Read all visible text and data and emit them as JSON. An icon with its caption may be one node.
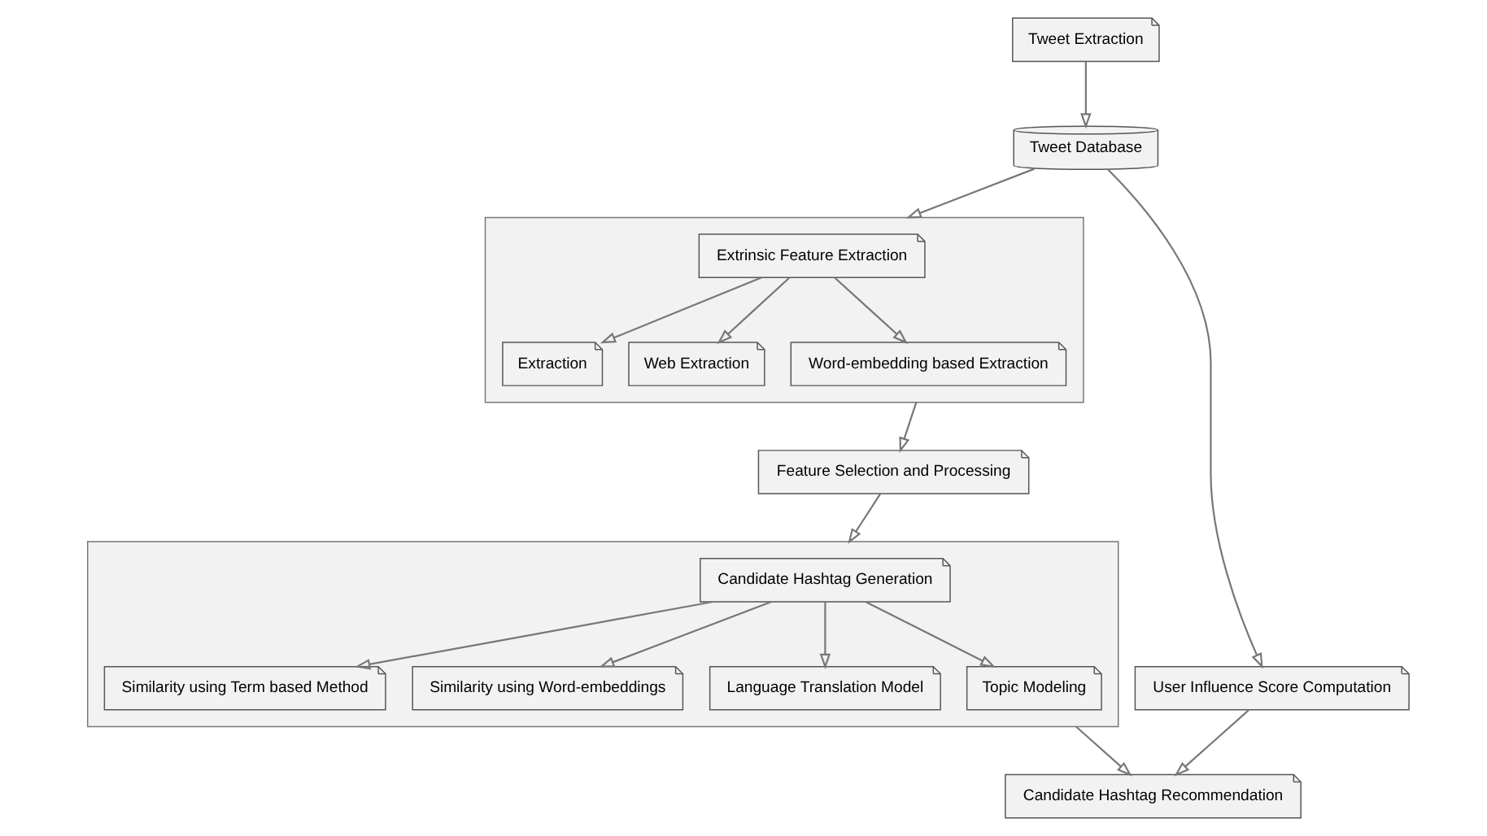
{
  "diagram": {
    "nodes": [
      {
        "text": [
          "Tweet Extraction"
        ]
      },
      {
        "text": [
          "Tweet Database"
        ]
      },
      {
        "text": [],
        "shape": "box"
      },
      {
        "text": [
          "Extrinsic Feature Extraction"
        ],
        "in": 2
      },
      {
        "text": [
          "Extraction"
        ],
        "in": 2
      },
      {
        "text": [
          "Web Extraction"
        ],
        "in": 2
      },
      {
        "text": [
          "Word-embedding based Extraction"
        ],
        "in": 2
      },
      {
        "text": [
          "Feature Selection and Processing"
        ]
      },
      {
        "text": [],
        "shape": "box"
      },
      {
        "text": [
          "Candidate Hashtag Generation"
        ],
        "in": 8
      },
      {
        "text": [
          "Similarity using Term based Method"
        ],
        "in": 8
      },
      {
        "text": [
          "Similarity using Word-embeddings"
        ],
        "in": 8
      },
      {
        "text": [
          "Language Translation Model"
        ],
        "in": 8
      },
      {
        "text": [
          "Topic Modeling"
        ],
        "in": 8
      },
      {
        "text": [
          "User Influence Score Computation"
        ]
      },
      {
        "text": [
          "Candidate Hashtag Recommendation"
        ]
      }
    ],
    "edges": [
      {
        "from": 0,
        "to": 1,
        "arrow": "to"
      },
      {
        "from": 1,
        "to": 2,
        "arrow": "to"
      },
      {
        "from": 3,
        "to": 4,
        "arrow": "to"
      },
      {
        "from": 3,
        "to": 5,
        "arrow": "to"
      },
      {
        "from": 3,
        "to": 6,
        "arrow": "to"
      },
      {
        "from": 2,
        "to": 7,
        "arrow": "to"
      },
      {
        "from": 7,
        "to": 8,
        "arrow": "to"
      },
      {
        "from": 9,
        "to": 10,
        "arrow": "to"
      },
      {
        "from": 9,
        "to": 11,
        "arrow": "to"
      },
      {
        "from": 9,
        "to": 12,
        "arrow": "to"
      },
      {
        "from": 9,
        "to": 13,
        "arrow": "to"
      },
      {
        "from": 8,
        "to": 15,
        "arrow": "to"
      },
      {
        "from": 1,
        "to": 14,
        "arrow": "to"
      },
      {
        "from": 14,
        "to": 15,
        "arrow": "to"
      }
    ]
  }
}
